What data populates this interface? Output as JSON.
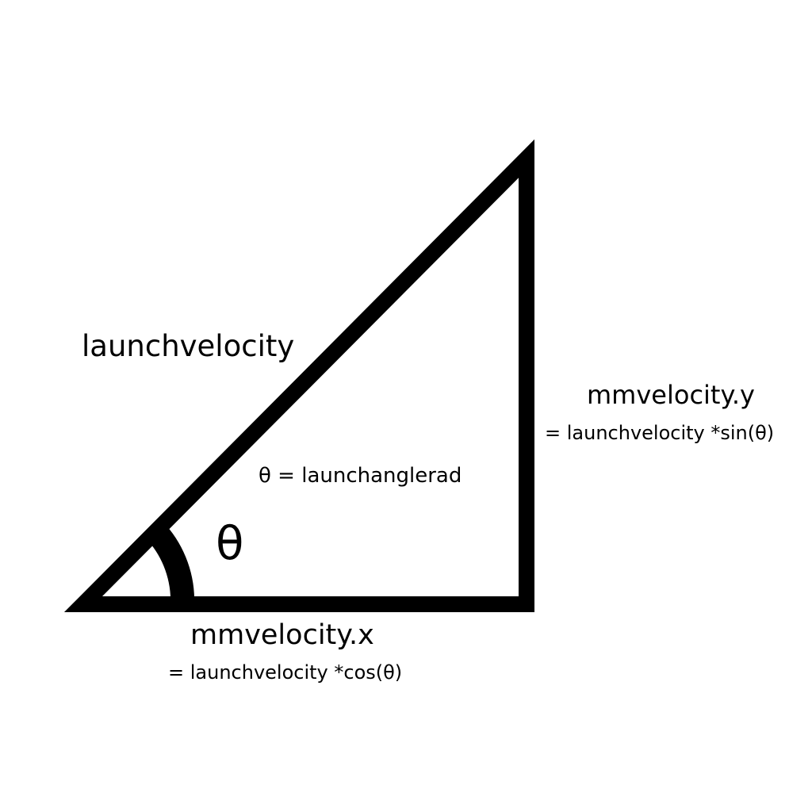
{
  "labels": {
    "hypotenuse": "launchvelocity",
    "vertical_name": "mmvelocity.y",
    "vertical_formula": "= launchvelocity *sin(θ)",
    "angle_definition": "θ = launchanglerad",
    "angle_symbol": "θ",
    "horizontal_name": "mmvelocity.x",
    "horizontal_formula": "= launchvelocity *cos(θ)"
  },
  "colors": {
    "stroke": "#000000",
    "background": "#ffffff"
  }
}
